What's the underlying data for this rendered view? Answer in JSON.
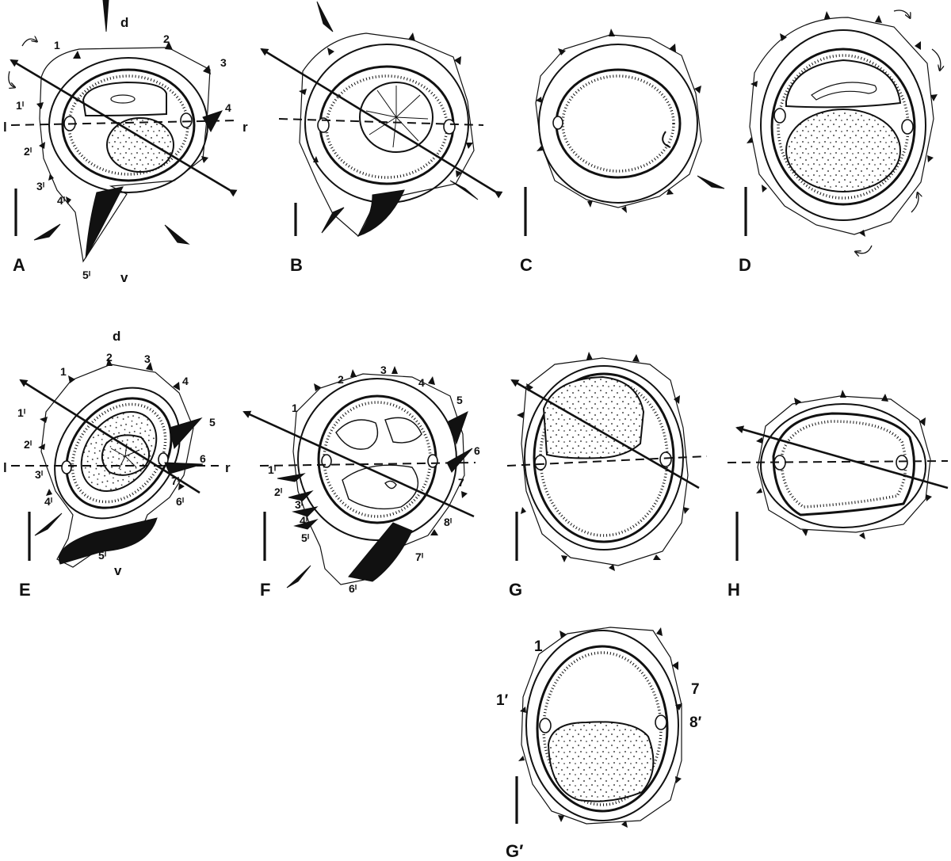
{
  "panels": [
    {
      "id": "A",
      "label": "A"
    },
    {
      "id": "B",
      "label": "B"
    },
    {
      "id": "C",
      "label": "C"
    },
    {
      "id": "D",
      "label": "D"
    },
    {
      "id": "E",
      "label": "E"
    },
    {
      "id": "F",
      "label": "F"
    },
    {
      "id": "G",
      "label": "G"
    },
    {
      "id": "H",
      "label": "H"
    },
    {
      "id": "G2",
      "label": "G′"
    }
  ],
  "axis_labels": {
    "dorsal": "d",
    "ventral": "v",
    "left": "l",
    "right": "r"
  },
  "panel_A_numbers": [
    "1",
    "2",
    "3",
    "4",
    "1ᴵ",
    "2ᴵ",
    "3ᴵ",
    "4ᴵ",
    "5ᴵ"
  ],
  "panel_E_numbers": [
    "1",
    "2",
    "3",
    "4",
    "5",
    "6",
    "1ᴵ",
    "2ᴵ",
    "3ᴵ",
    "4ᴵ",
    "5ᴵ",
    "6ᴵ",
    "7ᴵ"
  ],
  "panel_F_numbers": [
    "1",
    "2",
    "3",
    "4",
    "5",
    "6",
    "7",
    "1ᴵ",
    "2ᴵ",
    "3ᴵ",
    "4ᴵ",
    "5ᴵ",
    "6ᴵ",
    "7ᴵ",
    "8ᴵ"
  ],
  "panel_G2_numbers": [
    "1",
    "1′",
    "7",
    "8′"
  ],
  "colors": {
    "ink": "#111111",
    "paper": "#ffffff"
  }
}
